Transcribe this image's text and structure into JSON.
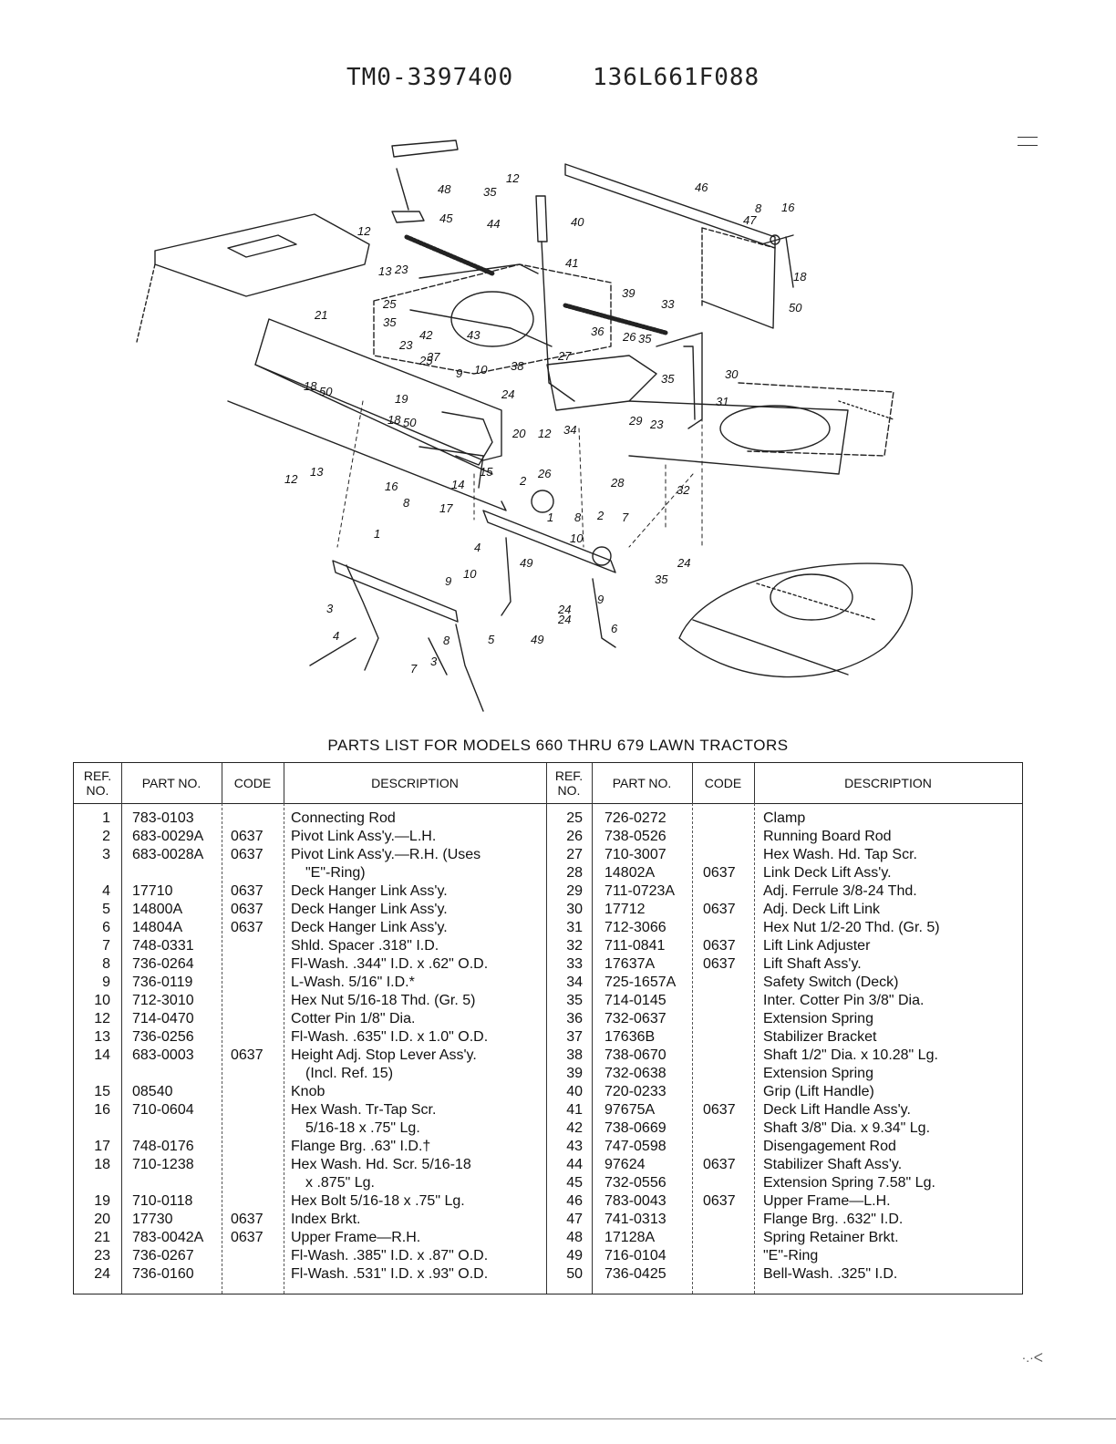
{
  "header": {
    "left_code": "TM0-3397400",
    "right_code": "136L661F088"
  },
  "diagram": {
    "callouts": [
      "48",
      "35",
      "12",
      "46",
      "8",
      "16",
      "47",
      "18",
      "50",
      "45",
      "44",
      "40",
      "12",
      "13",
      "23",
      "41",
      "39",
      "33",
      "25",
      "35",
      "42",
      "43",
      "36",
      "26",
      "35",
      "21",
      "23",
      "37",
      "25",
      "10",
      "9",
      "38",
      "27",
      "35",
      "30",
      "31",
      "18",
      "50",
      "19",
      "18",
      "50",
      "20",
      "12",
      "29",
      "23",
      "24",
      "34",
      "26",
      "28",
      "32",
      "12",
      "13",
      "16",
      "8",
      "17",
      "14",
      "15",
      "2",
      "1",
      "8",
      "2",
      "7",
      "4",
      "10",
      "49",
      "1",
      "9",
      "10",
      "3",
      "8",
      "5",
      "24",
      "9",
      "4",
      "24",
      "49",
      "6",
      "7",
      "3",
      "35",
      "24"
    ]
  },
  "parts_list": {
    "title": "PARTS LIST FOR MODELS 660 THRU 679 LAWN TRACTORS",
    "columns": {
      "ref": "REF. NO.",
      "part": "PART NO.",
      "code": "CODE",
      "description": "DESCRIPTION"
    },
    "left": [
      {
        "ref": "1",
        "part": "783-0103",
        "code": "",
        "desc": "Connecting Rod",
        "desc2": ""
      },
      {
        "ref": "2",
        "part": "683-0029A",
        "code": "0637",
        "desc": "Pivot Link Ass'y.—L.H.",
        "desc2": ""
      },
      {
        "ref": "3",
        "part": "683-0028A",
        "code": "0637",
        "desc": "Pivot Link Ass'y.—R.H. (Uses",
        "desc2": "\"E\"-Ring)"
      },
      {
        "ref": "4",
        "part": "17710",
        "code": "0637",
        "desc": "Deck Hanger Link Ass'y.",
        "desc2": ""
      },
      {
        "ref": "5",
        "part": "14800A",
        "code": "0637",
        "desc": "Deck Hanger Link Ass'y.",
        "desc2": ""
      },
      {
        "ref": "6",
        "part": "14804A",
        "code": "0637",
        "desc": "Deck Hanger Link Ass'y.",
        "desc2": ""
      },
      {
        "ref": "7",
        "part": "748-0331",
        "code": "",
        "desc": "Shld. Spacer .318\" I.D.",
        "desc2": ""
      },
      {
        "ref": "8",
        "part": "736-0264",
        "code": "",
        "desc": "Fl-Wash. .344\" I.D. x .62\" O.D.",
        "desc2": ""
      },
      {
        "ref": "9",
        "part": "736-0119",
        "code": "",
        "desc": "L-Wash. 5/16\" I.D.*",
        "desc2": ""
      },
      {
        "ref": "10",
        "part": "712-3010",
        "code": "",
        "desc": "Hex Nut 5/16-18 Thd. (Gr. 5)",
        "desc2": ""
      },
      {
        "ref": "12",
        "part": "714-0470",
        "code": "",
        "desc": "Cotter Pin 1/8\" Dia.",
        "desc2": ""
      },
      {
        "ref": "13",
        "part": "736-0256",
        "code": "",
        "desc": "Fl-Wash. .635\" I.D. x 1.0\" O.D.",
        "desc2": ""
      },
      {
        "ref": "14",
        "part": "683-0003",
        "code": "0637",
        "desc": "Height Adj. Stop Lever Ass'y.",
        "desc2": "(Incl. Ref. 15)"
      },
      {
        "ref": "15",
        "part": "08540",
        "code": "",
        "desc": "Knob",
        "desc2": ""
      },
      {
        "ref": "16",
        "part": "710-0604",
        "code": "",
        "desc": "Hex Wash. Tr-Tap Scr.",
        "desc2": "5/16-18 x .75\" Lg."
      },
      {
        "ref": "17",
        "part": "748-0176",
        "code": "",
        "desc": "Flange Brg. .63\" I.D.†",
        "desc2": ""
      },
      {
        "ref": "18",
        "part": "710-1238",
        "code": "",
        "desc": "Hex Wash. Hd. Scr. 5/16-18",
        "desc2": "x .875\" Lg."
      },
      {
        "ref": "19",
        "part": "710-0118",
        "code": "",
        "desc": "Hex Bolt 5/16-18 x .75\" Lg.",
        "desc2": ""
      },
      {
        "ref": "20",
        "part": "17730",
        "code": "0637",
        "desc": "Index Brkt.",
        "desc2": ""
      },
      {
        "ref": "21",
        "part": "783-0042A",
        "code": "0637",
        "desc": "Upper Frame—R.H.",
        "desc2": ""
      },
      {
        "ref": "23",
        "part": "736-0267",
        "code": "",
        "desc": "Fl-Wash. .385\" I.D. x .87\" O.D.",
        "desc2": ""
      },
      {
        "ref": "24",
        "part": "736-0160",
        "code": "",
        "desc": "Fl-Wash. .531\" I.D. x .93\" O.D.",
        "desc2": ""
      }
    ],
    "right": [
      {
        "ref": "25",
        "part": "726-0272",
        "code": "",
        "desc": "Clamp",
        "desc2": ""
      },
      {
        "ref": "26",
        "part": "738-0526",
        "code": "",
        "desc": "Running Board Rod",
        "desc2": ""
      },
      {
        "ref": "27",
        "part": "710-3007",
        "code": "",
        "desc": "Hex Wash. Hd. Tap Scr.",
        "desc2": ""
      },
      {
        "ref": "28",
        "part": "14802A",
        "code": "0637",
        "desc": "Link Deck Lift Ass'y.",
        "desc2": ""
      },
      {
        "ref": "29",
        "part": "711-0723A",
        "code": "",
        "desc": "Adj. Ferrule 3/8-24 Thd.",
        "desc2": ""
      },
      {
        "ref": "30",
        "part": "17712",
        "code": "0637",
        "desc": "Adj. Deck Lift Link",
        "desc2": ""
      },
      {
        "ref": "31",
        "part": "712-3066",
        "code": "",
        "desc": "Hex Nut 1/2-20 Thd. (Gr. 5)",
        "desc2": ""
      },
      {
        "ref": "32",
        "part": "711-0841",
        "code": "0637",
        "desc": "Lift Link Adjuster",
        "desc2": ""
      },
      {
        "ref": "33",
        "part": "17637A",
        "code": "0637",
        "desc": "Lift Shaft Ass'y.",
        "desc2": ""
      },
      {
        "ref": "34",
        "part": "725-1657A",
        "code": "",
        "desc": "Safety Switch (Deck)",
        "desc2": ""
      },
      {
        "ref": "35",
        "part": "714-0145",
        "code": "",
        "desc": "Inter. Cotter Pin 3/8\" Dia.",
        "desc2": ""
      },
      {
        "ref": "36",
        "part": "732-0637",
        "code": "",
        "desc": "Extension Spring",
        "desc2": ""
      },
      {
        "ref": "37",
        "part": "17636B",
        "code": "",
        "desc": "Stabilizer Bracket",
        "desc2": ""
      },
      {
        "ref": "38",
        "part": "738-0670",
        "code": "",
        "desc": "Shaft 1/2\" Dia. x 10.28\" Lg.",
        "desc2": ""
      },
      {
        "ref": "39",
        "part": "732-0638",
        "code": "",
        "desc": "Extension Spring",
        "desc2": ""
      },
      {
        "ref": "40",
        "part": "720-0233",
        "code": "",
        "desc": "Grip (Lift Handle)",
        "desc2": ""
      },
      {
        "ref": "41",
        "part": "97675A",
        "code": "0637",
        "desc": "Deck Lift Handle Ass'y.",
        "desc2": ""
      },
      {
        "ref": "42",
        "part": "738-0669",
        "code": "",
        "desc": "Shaft 3/8\" Dia. x 9.34\" Lg.",
        "desc2": ""
      },
      {
        "ref": "43",
        "part": "747-0598",
        "code": "",
        "desc": "Disengagement Rod",
        "desc2": ""
      },
      {
        "ref": "44",
        "part": "97624",
        "code": "0637",
        "desc": "Stabilizer Shaft Ass'y.",
        "desc2": ""
      },
      {
        "ref": "45",
        "part": "732-0556",
        "code": "",
        "desc": "Extension Spring 7.58\" Lg.",
        "desc2": ""
      },
      {
        "ref": "46",
        "part": "783-0043",
        "code": "0637",
        "desc": "Upper Frame—L.H.",
        "desc2": ""
      },
      {
        "ref": "47",
        "part": "741-0313",
        "code": "",
        "desc": "Flange Brg. .632\" I.D.",
        "desc2": ""
      },
      {
        "ref": "48",
        "part": "17128A",
        "code": "",
        "desc": "Spring Retainer Brkt.",
        "desc2": ""
      },
      {
        "ref": "49",
        "part": "716-0104",
        "code": "",
        "desc": "\"E\"-Ring",
        "desc2": ""
      },
      {
        "ref": "50",
        "part": "736-0425",
        "code": "",
        "desc": "Bell-Wash. .325\" I.D.",
        "desc2": ""
      }
    ]
  }
}
